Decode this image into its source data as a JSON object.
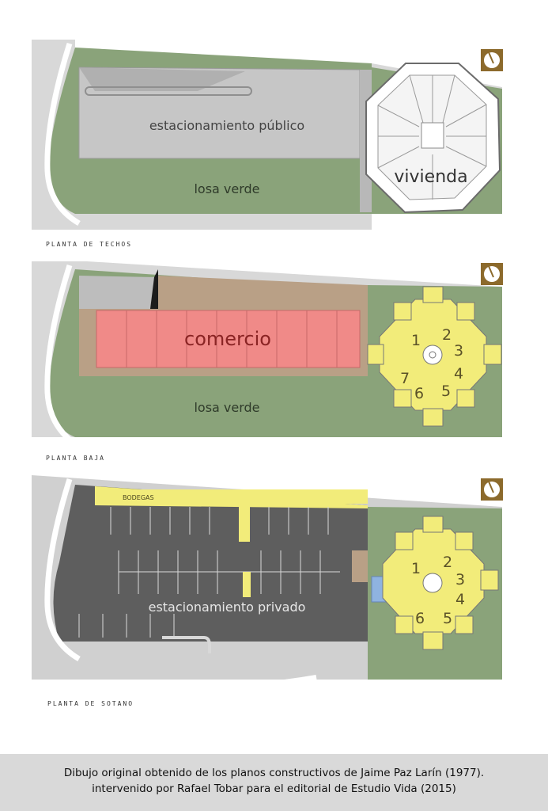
{
  "plans": {
    "roof": {
      "title": "PLANTA DE TECHOS",
      "labels": {
        "parking": "estacionamiento público",
        "green": "losa verde",
        "house": "vivienda"
      }
    },
    "ground": {
      "title": "PLANTA BAJA",
      "labels": {
        "commerce": "comercio",
        "green": "losa verde"
      },
      "units": [
        "1",
        "2",
        "3",
        "4",
        "5",
        "6",
        "7"
      ]
    },
    "basement": {
      "title": "PLANTA DE SOTANO",
      "labels": {
        "storage": "BODEGAS",
        "parking": "estacionamiento privado"
      },
      "units": [
        "1",
        "2",
        "3",
        "4",
        "5",
        "6"
      ]
    }
  },
  "caption": {
    "line1": "Dibujo original obtenido de los planos constructivos de Jaime Paz Larín (1977).",
    "line2": "intervenido por Rafael Tobar para el editorial de Estudio Vida (2015)"
  },
  "colors": {
    "green": "#8aa37a",
    "gray": "#c8c8c8",
    "dark_gray": "#5e5e5e",
    "commerce": "#f08a88",
    "brown": "#b9a086",
    "yellow": "#f2ec7a",
    "blue": "#8fb3e0",
    "logo": "#8c6a2c"
  },
  "icons": {
    "logo": "studio-logo-icon",
    "stair": "spiral-stair-icon"
  }
}
